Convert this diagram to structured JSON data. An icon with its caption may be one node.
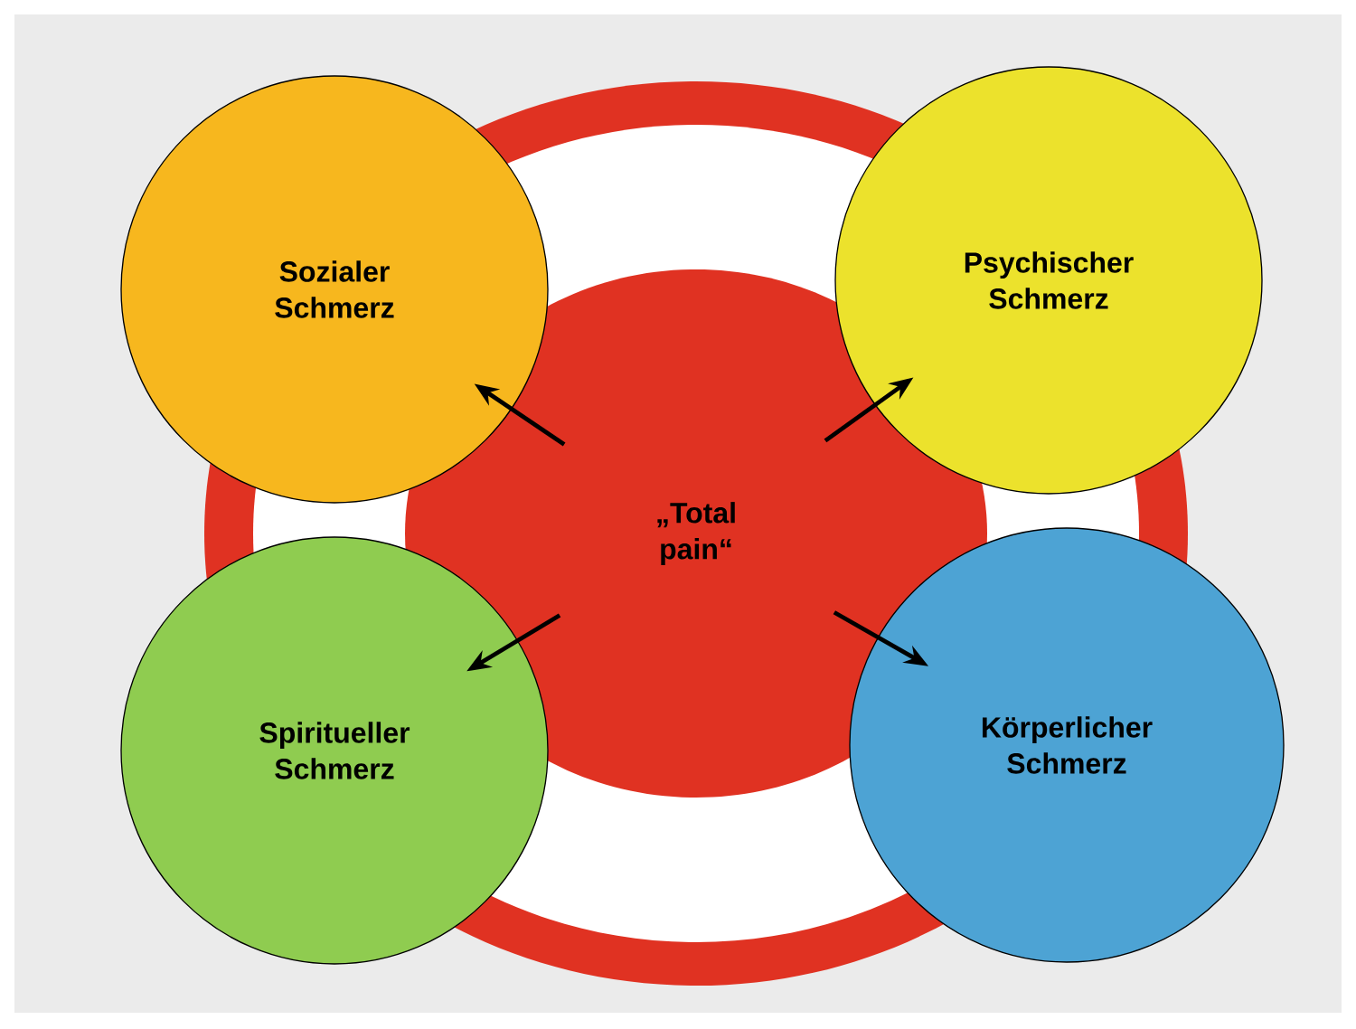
{
  "diagram": {
    "nodes": [
      {
        "text": [
          "„Total pain“"
        ]
      },
      {
        "text": [
          "Sozialer Schmerz"
        ]
      },
      {
        "text": [
          "Psychischer Schmerz"
        ]
      },
      {
        "text": [
          "Spiritueller Schmerz"
        ]
      },
      {
        "text": [
          "Körperlicher Schmerz"
        ]
      }
    ],
    "edges": [
      {
        "from": 0,
        "to": 1,
        "arrow": "to"
      },
      {
        "from": 0,
        "to": 2,
        "arrow": "to"
      },
      {
        "from": 0,
        "to": 3,
        "arrow": "to"
      },
      {
        "from": 0,
        "to": 4,
        "arrow": "to"
      }
    ]
  }
}
